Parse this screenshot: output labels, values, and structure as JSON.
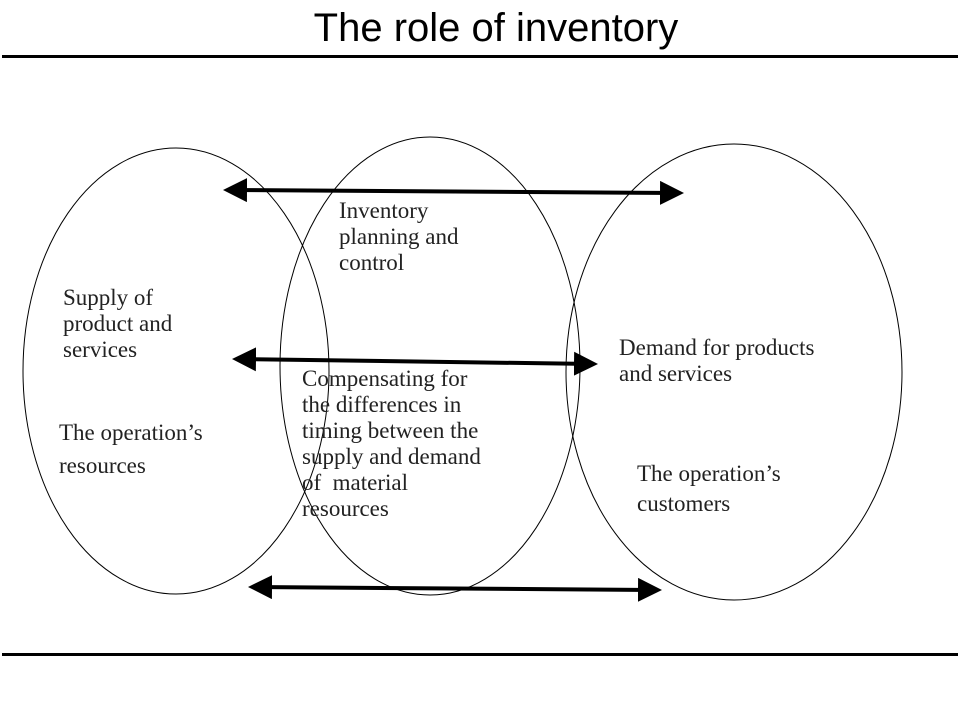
{
  "title": "The role of inventory",
  "left_circle": {
    "label_top": [
      "Supply of",
      "product and",
      "services"
    ],
    "label_bottom": [
      "The operation’s",
      "resources"
    ]
  },
  "middle_circle": {
    "label_top": [
      "Inventory",
      "planning and",
      "control"
    ],
    "label_bottom": [
      "Compensating for",
      "the differences in",
      "timing between the",
      "supply and demand",
      "of  material",
      "resources"
    ]
  },
  "right_circle": {
    "label_top": [
      "Demand for products",
      "and services"
    ],
    "label_bottom": [
      "The operation’s",
      "customers"
    ]
  },
  "arrows": [
    "double-arrow-top",
    "double-arrow-middle",
    "double-arrow-bottom"
  ]
}
